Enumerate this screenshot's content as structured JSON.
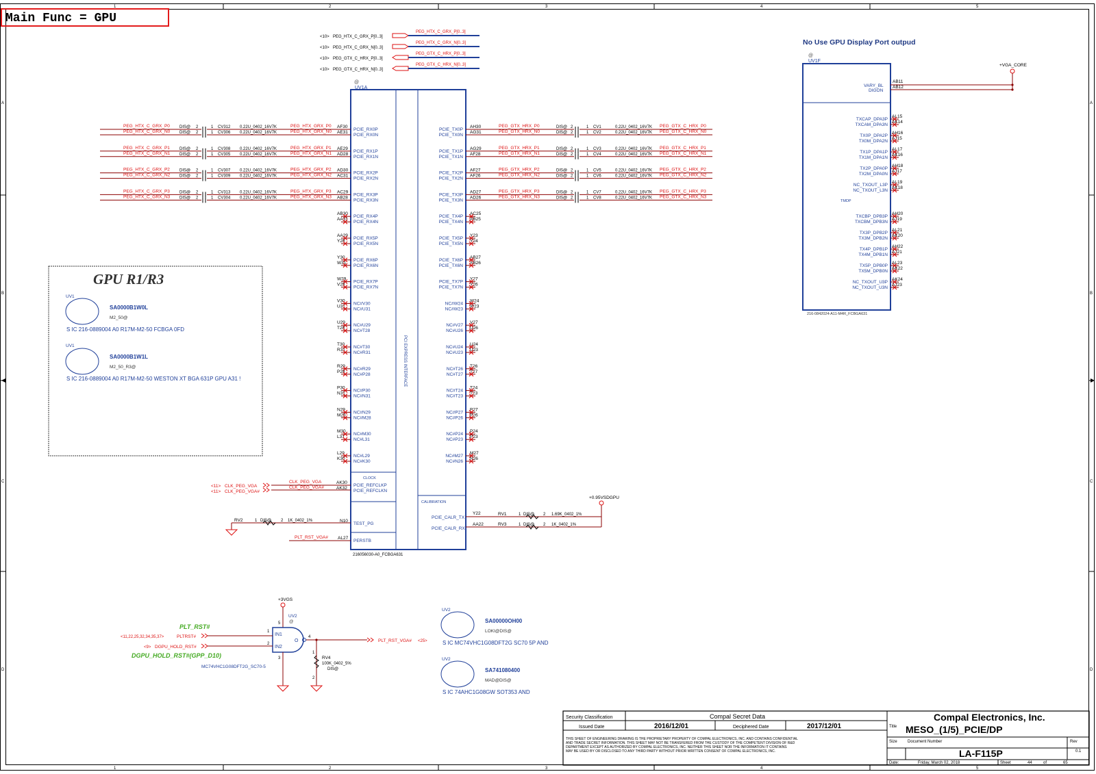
{
  "header": {
    "title": "Main Func = GPU"
  },
  "border": {
    "cols": [
      "1",
      "2",
      "3",
      "4",
      "5"
    ],
    "rows": [
      "A",
      "B",
      "C",
      "D"
    ]
  },
  "top_buses": [
    {
      "ref": "<10>",
      "name": "PEG_HTX_C_GRX_P[0..3]",
      "net": "PEG_HTX_C_GRX_P[0..3]"
    },
    {
      "ref": "<10>",
      "name": "PEG_HTX_C_GRX_N[0..3]",
      "net": "PEG_HTX_C_GRX_N[0..3]"
    },
    {
      "ref": "<10>",
      "name": "PEG_GTX_C_HRX_P[0..3]",
      "net": "PEG_GTX_C_HRX_P[0..3]"
    },
    {
      "ref": "<10>",
      "name": "PEG_GTX_C_HRX_N[0..3]",
      "net": "PEG_GTX_C_HRX_N[0..3]"
    }
  ],
  "uv1a": {
    "at": "@",
    "ref": "UV1A",
    "part": "216056030-A0_FCBGA631",
    "mid_label": "PCI EXPRESS INTERFACE",
    "clock_label": "CLOCK",
    "cal_label": "CALIBRATION",
    "left_pins": [
      {
        "ball": "AF30",
        "name": "PCIE_RX0P"
      },
      {
        "ball": "AE31",
        "name": "PCIE_RX0N"
      },
      {
        "ball": "AE29",
        "name": "PCIE_RX1P"
      },
      {
        "ball": "AD28",
        "name": "PCIE_RX1N"
      },
      {
        "ball": "AD30",
        "name": "PCIE_RX2P"
      },
      {
        "ball": "AC31",
        "name": "PCIE_RX2N"
      },
      {
        "ball": "AC29",
        "name": "PCIE_RX3P"
      },
      {
        "ball": "AB28",
        "name": "PCIE_RX3N"
      },
      {
        "ball": "AB30",
        "name": "PCIE_RX4P"
      },
      {
        "ball": "AA31",
        "name": "PCIE_RX4N"
      },
      {
        "ball": "AA29",
        "name": "PCIE_RX5P"
      },
      {
        "ball": "Y28",
        "name": "PCIE_RX5N"
      },
      {
        "ball": "Y30",
        "name": "PCIE_RX6P"
      },
      {
        "ball": "W31",
        "name": "PCIE_RX6N"
      },
      {
        "ball": "W29",
        "name": "PCIE_RX7P"
      },
      {
        "ball": "V28",
        "name": "PCIE_RX7N"
      },
      {
        "ball": "V30",
        "name": "NC#V30"
      },
      {
        "ball": "U31",
        "name": "NC#U31"
      },
      {
        "ball": "U29",
        "name": "NC#U29"
      },
      {
        "ball": "T28",
        "name": "NC#T28"
      },
      {
        "ball": "T30",
        "name": "NC#T30"
      },
      {
        "ball": "R31",
        "name": "NC#R31"
      },
      {
        "ball": "R29",
        "name": "NC#R29"
      },
      {
        "ball": "P28",
        "name": "NC#P28"
      },
      {
        "ball": "P30",
        "name": "NC#P30"
      },
      {
        "ball": "N31",
        "name": "NC#N31"
      },
      {
        "ball": "N29",
        "name": "NC#N29"
      },
      {
        "ball": "M28",
        "name": "NC#M28"
      },
      {
        "ball": "M30",
        "name": "NC#M30"
      },
      {
        "ball": "L31",
        "name": "NC#L31"
      },
      {
        "ball": "L29",
        "name": "NC#L29"
      },
      {
        "ball": "K30",
        "name": "NC#K30"
      }
    ],
    "right_pins": [
      {
        "ball": "AH30",
        "name": "PCIE_TX0P"
      },
      {
        "ball": "AG31",
        "name": "PCIE_TX0N"
      },
      {
        "ball": "AG29",
        "name": "PCIE_TX1P"
      },
      {
        "ball": "AF28",
        "name": "PCIE_TX1N"
      },
      {
        "ball": "AF27",
        "name": "PCIE_TX2P"
      },
      {
        "ball": "AF26",
        "name": "PCIE_TX2N"
      },
      {
        "ball": "AD27",
        "name": "PCIE_TX3P"
      },
      {
        "ball": "AD26",
        "name": "PCIE_TX3N"
      },
      {
        "ball": "AC25",
        "name": "PCIE_TX4P"
      },
      {
        "ball": "AB25",
        "name": "PCIE_TX4N"
      },
      {
        "ball": "Y23",
        "name": "PCIE_TX5P"
      },
      {
        "ball": "Y24",
        "name": "PCIE_TX5N"
      },
      {
        "ball": "AB27",
        "name": "PCIE_TX6P"
      },
      {
        "ball": "AB26",
        "name": "PCIE_TX6N"
      },
      {
        "ball": "Y27",
        "name": "PCIE_TX7P"
      },
      {
        "ball": "Y26",
        "name": "PCIE_TX7N"
      },
      {
        "ball": "W24",
        "name": "NC#W24"
      },
      {
        "ball": "W23",
        "name": "NC#W23"
      },
      {
        "ball": "V27",
        "name": "NC#V27"
      },
      {
        "ball": "U26",
        "name": "NC#U26"
      },
      {
        "ball": "U24",
        "name": "NC#U24"
      },
      {
        "ball": "U23",
        "name": "NC#U23"
      },
      {
        "ball": "T26",
        "name": "NC#T26"
      },
      {
        "ball": "T27",
        "name": "NC#T27"
      },
      {
        "ball": "T24",
        "name": "NC#T24"
      },
      {
        "ball": "T23",
        "name": "NC#T23"
      },
      {
        "ball": "P27",
        "name": "NC#P27"
      },
      {
        "ball": "P26",
        "name": "NC#P26"
      },
      {
        "ball": "P24",
        "name": "NC#P24"
      },
      {
        "ball": "P23",
        "name": "NC#P23"
      },
      {
        "ball": "M27",
        "name": "NC#M27"
      },
      {
        "ball": "N26",
        "name": "NC#N26"
      }
    ],
    "clk_pins": [
      {
        "ball": "AK30",
        "name": "PCIE_REFCLKP"
      },
      {
        "ball": "AK32",
        "name": "PCIE_REFCLKN"
      }
    ],
    "cal_pins": [
      {
        "ball": "Y22",
        "name": "PCIE_CALR_TX"
      },
      {
        "ball": "AA22",
        "name": "PCIE_CALR_RX"
      }
    ],
    "test_pin": {
      "ball": "N10",
      "name": "TEST_PG"
    },
    "rst_pin": {
      "ball": "AL27",
      "name": "PERSTB"
    }
  },
  "rx_lanes": [
    {
      "net": "PEG_HTX_C_GRX_P0",
      "opt": "DIS@",
      "pin": "2",
      "pin1": "1",
      "ref": "CV312",
      "val": "0.22U_0402_16V7K",
      "out": "PEG_HTX_GRX_P0"
    },
    {
      "net": "PEG_HTX_C_GRX_N0",
      "opt": "DIS@",
      "pin": "2",
      "pin1": "1",
      "ref": "CV306",
      "val": "0.22U_0402_16V7K",
      "out": "PEG_HTX_GRX_N0"
    },
    {
      "net": "PEG_HTX_C_GRX_P1",
      "opt": "DIS@",
      "pin": "2",
      "pin1": "1",
      "ref": "CV308",
      "val": "0.22U_0402_16V7K",
      "out": "PEG_HTX_GRX_P1"
    },
    {
      "net": "PEG_HTX_C_GRX_N1",
      "opt": "DIS@",
      "pin": "2",
      "pin1": "1",
      "ref": "CV305",
      "val": "0.22U_0402_16V7K",
      "out": "PEG_HTX_GRX_N1"
    },
    {
      "net": "PEG_HTX_C_GRX_P2",
      "opt": "DIS@",
      "pin": "2",
      "pin1": "1",
      "ref": "CV307",
      "val": "0.22U_0402_16V7K",
      "out": "PEG_HTX_GRX_P2"
    },
    {
      "net": "PEG_HTX_C_GRX_N2",
      "opt": "DIS@",
      "pin": "2",
      "pin1": "1",
      "ref": "CV309",
      "val": "0.22U_0402_16V7K",
      "out": "PEG_HTX_GRX_N2"
    },
    {
      "net": "PEG_HTX_C_GRX_P3",
      "opt": "DIS@",
      "pin": "2",
      "pin1": "1",
      "ref": "CV313",
      "val": "0.22U_0402_16V7K",
      "out": "PEG_HTX_GRX_P3"
    },
    {
      "net": "PEG_HTX_C_GRX_N3",
      "opt": "DIS@",
      "pin": "2",
      "pin1": "1",
      "ref": "CV304",
      "val": "0.22U_0402_16V7K",
      "out": "PEG_HTX_GRX_N3"
    }
  ],
  "tx_lanes": [
    {
      "net": "PEG_GTX_HRX_P0",
      "opt": "DIS@",
      "pin": "2",
      "pin1": "1",
      "ref": "CV1",
      "val": "0.22U_0402_16V7K",
      "out": "PEG_GTX_C_HRX_P0"
    },
    {
      "net": "PEG_GTX_HRX_N0",
      "opt": "DIS@",
      "pin": "2",
      "pin1": "1",
      "ref": "CV2",
      "val": "0.22U_0402_16V7K",
      "out": "PEG_GTX_C_HRX_N0"
    },
    {
      "net": "PEG_GTX_HRX_P1",
      "opt": "DIS@",
      "pin": "2",
      "pin1": "1",
      "ref": "CV3",
      "val": "0.22U_0402_16V7K",
      "out": "PEG_GTX_C_HRX_P1"
    },
    {
      "net": "PEG_GTX_HRX_N1",
      "opt": "DIS@",
      "pin": "2",
      "pin1": "1",
      "ref": "CV4",
      "val": "0.22U_0402_16V7K",
      "out": "PEG_GTX_C_HRX_N1"
    },
    {
      "net": "PEG_GTX_HRX_P2",
      "opt": "DIS@",
      "pin": "2",
      "pin1": "1",
      "ref": "CV5",
      "val": "0.22U_0402_16V7K",
      "out": "PEG_GTX_C_HRX_P2"
    },
    {
      "net": "PEG_GTX_HRX_N2",
      "opt": "DIS@",
      "pin": "2",
      "pin1": "1",
      "ref": "CV6",
      "val": "0.22U_0402_16V7K",
      "out": "PEG_GTX_C_HRX_N2"
    },
    {
      "net": "PEG_GTX_HRX_P3",
      "opt": "DIS@",
      "pin": "2",
      "pin1": "1",
      "ref": "CV7",
      "val": "0.22U_0402_16V7K",
      "out": "PEG_GTX_C_HRX_P3"
    },
    {
      "net": "PEG_GTX_HRX_N3",
      "opt": "DIS@",
      "pin": "2",
      "pin1": "1",
      "ref": "CV8",
      "val": "0.22U_0402_16V7K",
      "out": "PEG_GTX_C_HRX_N3"
    }
  ],
  "clk_nets": [
    {
      "ref": "<11>",
      "port": "CLK_PEG_VGA",
      "net": "CLK_PEG_VGA"
    },
    {
      "ref": "<11>",
      "port": "CLK_PEG_VGA#",
      "net": "CLK_PEG_VGA#"
    }
  ],
  "cal": {
    "rail": "+0.95VSDGPU",
    "resistors": [
      {
        "ref": "RV1",
        "pin1": "1",
        "opt": "DIS@",
        "pin2": "2",
        "val": "1.69K_0402_1%"
      },
      {
        "ref": "RV3",
        "pin1": "1",
        "opt": "DIS@",
        "pin2": "2",
        "val": "1K_0402_1%"
      }
    ]
  },
  "test_res": {
    "ref": "RV2",
    "pin1": "1",
    "opt": "DIS@",
    "pin2": "2",
    "val": "1K_0402_1%"
  },
  "rst_net": "PLT_RST_VGA#",
  "bom_box": {
    "title": "GPU R1/R3",
    "items": [
      {
        "ref": "UV1",
        "pn": "SA0000B1W0L",
        "opt": "M2_50@",
        "desc": "S IC 216-0889004 A0 R17M-M2-50 FCBGA 0FD"
      },
      {
        "ref": "UV1",
        "pn": "SA0000B1W1L",
        "opt": "M2_50_R3@",
        "desc": "S IC 216-0889004 A0 R17M-M2-50 WESTON XT BGA 631P GPU A31 !"
      }
    ]
  },
  "uv1f": {
    "heading": "No Use GPU Display Port outpud",
    "at": "@",
    "ref": "UV1F",
    "part": "216-0842024-A11-M4R_FCBGA631",
    "rail": "+VGA_CORE",
    "tmdp_label": "TMDP",
    "top_pins": [
      {
        "name": "VARY_BL",
        "ball": "AB11"
      },
      {
        "name": "DIGON",
        "ball": "AB12"
      }
    ],
    "pins_a": [
      {
        "name": "TXCAP_DPA3P",
        "ball": "AL15"
      },
      {
        "name": "TXCAM_DPA3N",
        "ball": "AK14"
      },
      {
        "name": "TX0P_DPA2P",
        "ball": "AH16"
      },
      {
        "name": "TX0M_DPA2N",
        "ball": "AJ15"
      },
      {
        "name": "TX1P_DPA1P",
        "ball": "AL17"
      },
      {
        "name": "TX1M_DPA1N",
        "ball": "AK16"
      },
      {
        "name": "TX2P_DPA0P",
        "ball": "AH18"
      },
      {
        "name": "TX2M_DPA0N",
        "ball": "AJ17"
      },
      {
        "name": "NC_TXOUT_L3P",
        "ball": "AL19"
      },
      {
        "name": "NC_TXOUT_L3N",
        "ball": "AK18"
      }
    ],
    "pins_b": [
      {
        "name": "TXCBP_DPB3P",
        "ball": "AH20"
      },
      {
        "name": "TXCBM_DPB3N",
        "ball": "AJ19"
      },
      {
        "name": "TX3P_DPB2P",
        "ball": "AL21"
      },
      {
        "name": "TX3M_DPB2N",
        "ball": "AK20"
      },
      {
        "name": "TX4P_DPB1P",
        "ball": "AH22"
      },
      {
        "name": "TX4M_DPB1N",
        "ball": "AJ21"
      },
      {
        "name": "TX5P_DPB0P",
        "ball": "AL23"
      },
      {
        "name": "TX5M_DPB0N",
        "ball": "AK22"
      },
      {
        "name": "NC_TXOUT_U3P",
        "ball": "AK24"
      },
      {
        "name": "NC_TXOUT_U3N",
        "ball": "AJ23"
      }
    ]
  },
  "and_gate": {
    "rail": "+3VGS",
    "ref": "UV2",
    "at": "@",
    "part": "MC74VHC1G08DFT2G_SC70-5",
    "in1": "IN1",
    "in2": "IN2",
    "out": "O",
    "pins": {
      "p1": "1",
      "p2": "2",
      "p3": "3",
      "p4": "4",
      "p5": "5"
    },
    "sig1_label": "PLT_RST#",
    "sig1_ref": "<11,22,25,32,34,35,37>",
    "sig1_port": "PLTRST#",
    "sig2_ref": "<9>",
    "sig2_port": "DGPU_HOLD_RST#",
    "sig2_label": "DGPU_HOLD_RST#(GPP_D10)",
    "out_net": "PLT_RST_VGA#",
    "out_ref": "<25>",
    "res": {
      "ref": "RV4",
      "val": "100K_0402_5%",
      "opt": "DIS@",
      "pin1": "1",
      "pin2": "2"
    },
    "colors": {
      "green": "#44aa22",
      "red": "#dd1111"
    }
  },
  "uv2_parts": [
    {
      "ref": "UV2",
      "pn": "SA00000OH00",
      "opt": "LOKI@DIS@",
      "desc": "S IC MC74VHC1G08DFT2G SC70 5P AND"
    },
    {
      "ref": "UV2",
      "pn": "SA741080400",
      "opt": "MAD@DIS@",
      "desc": "S IC 74AHC1G08GW SOT353 AND"
    }
  ],
  "title_block": {
    "sec_class_label": "Security Classification",
    "sec_data": "Compal Secret Data",
    "issued_label": "Issued Date",
    "issued": "2016/12/01",
    "deciphered_label": "Deciphered Date",
    "deciphered": "2017/12/01",
    "company": "Compal Electronics, Inc.",
    "title_label": "Title",
    "title": "MESO_(1/5)_PCIE/DP",
    "size_label": "Size",
    "docnum_label": "Document Number",
    "docnum": "LA-F115P",
    "rev_label": "Rev",
    "rev": "0.1",
    "date_label": "Date:",
    "date": "Friday, March 02, 2018",
    "sheet_label": "Sheet",
    "sheet": "44",
    "of_label": "of",
    "of": "65",
    "disclaimer": [
      "THIS SHEET OF ENGINEERING DRAWING IS THE PROPRIETARY PROPERTY OF COMPAL ELECTRONICS, INC. AND CONTAINS CONFIDENTIAL",
      "AND TRADE SECRET INFORMATION. THIS SHEET MAY NOT BE TRANSFERED FROM THE CUSTODY OF THE COMPETENT DIVISION OF R&D",
      "DEPARTMENT EXCEPT AS AUTHORIZED BY COMPAL ELECTRONICS, INC. NEITHER THIS SHEET NOR THE INFORMATION IT CONTAINS",
      "MAY BE USED BY OR DISCLOSED TO ANY THIRD PARTY WITHOUT PRIOR WRITTEN CONSENT OF COMPAL ELECTRONICS, INC."
    ]
  },
  "colors": {
    "blue": "#1f3f99",
    "red": "#dd1111",
    "dark": "#8b0000",
    "green": "#44aa22",
    "navy": "#203a84"
  }
}
